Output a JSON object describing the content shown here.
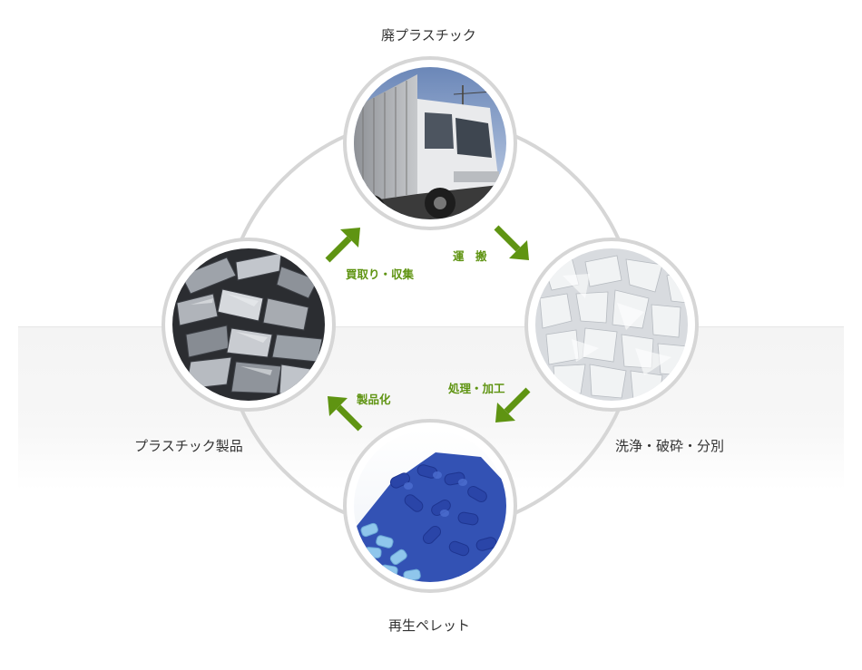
{
  "stages": {
    "waste_plastic": "廃プラスチック",
    "washing": "洗浄・破砕・分別",
    "pellets": "再生ペレット",
    "products": "プラスチック製品"
  },
  "steps": {
    "transport": "運　搬",
    "processing": "処理・加工",
    "manufacturing": "製品化",
    "purchase_collection": "買取り・収集"
  },
  "colors": {
    "accent_green": "#5f9412",
    "ring_gray": "#d6d6d6"
  }
}
